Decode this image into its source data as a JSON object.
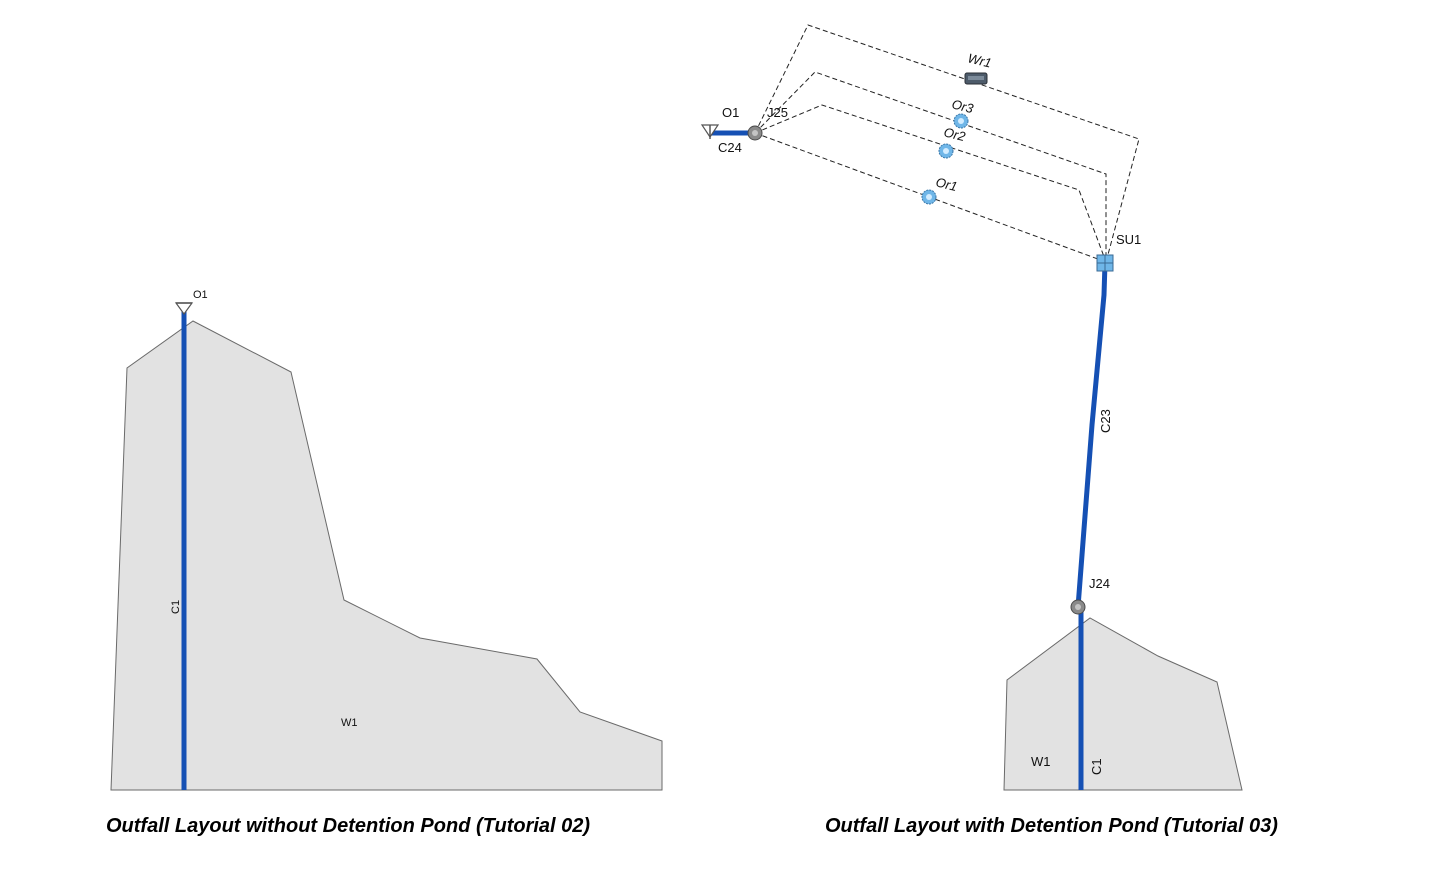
{
  "colors": {
    "background": "#ffffff",
    "subcatchment_fill": "#e2e2e2",
    "subcatchment_outline": "#6a6a6a",
    "conduit": "#1550b4",
    "link_dashed": "#222222",
    "node_gray": "#8a8a8a",
    "node_blue": "#6fb6e8"
  },
  "left_panel": {
    "caption": "Outfall Layout without Detention Pond (Tutorial 02)",
    "outfall_label": "O1",
    "conduit_label": "C1",
    "subcatchment_label": "W1"
  },
  "right_panel": {
    "caption": "Outfall Layout with Detention Pond (Tutorial 03)",
    "outfall_label": "O1",
    "junction_top_label": "J25",
    "conduit_short_label": "C24",
    "storage_label": "SU1",
    "conduit_long_label": "C23",
    "junction_bottom_label": "J24",
    "conduit_bottom_label": "C1",
    "subcatchment_label": "W1",
    "weir_label": "Wr1",
    "orifice_labels": [
      "Or3",
      "Or2",
      "Or1"
    ]
  }
}
